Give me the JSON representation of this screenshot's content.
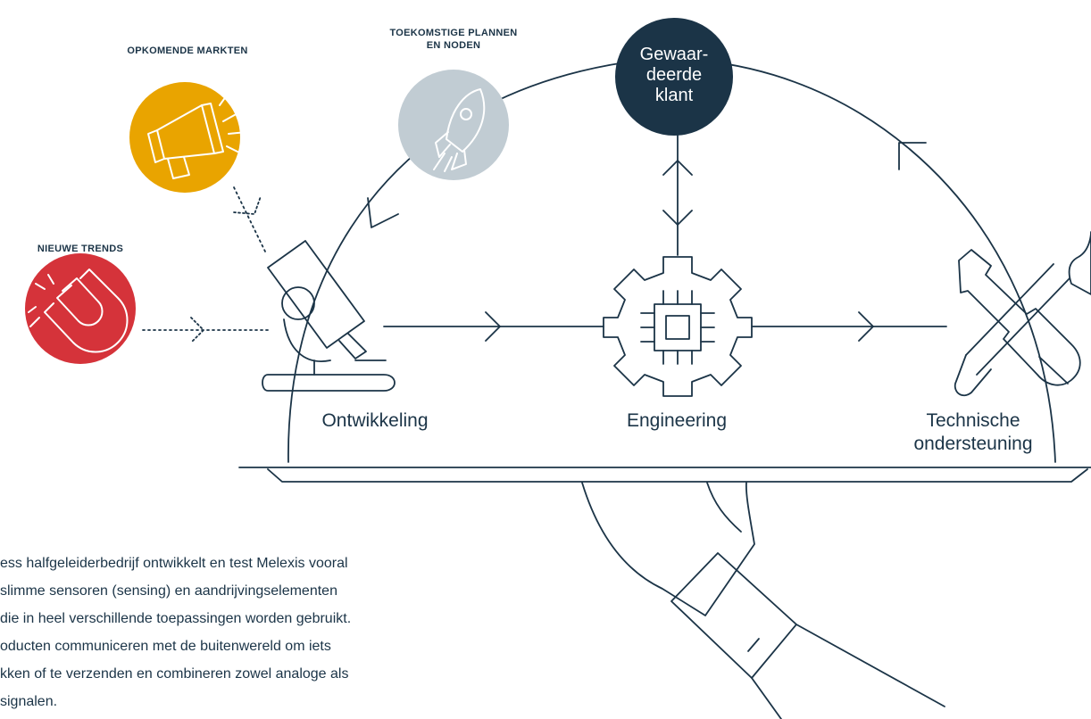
{
  "categories": {
    "markets": "OPKOMENDE MARKTEN",
    "future_line1": "TOEKOMSTIGE PLANNEN",
    "future_line2": "EN NODEN",
    "trends": "NIEUWE TRENDS"
  },
  "client": {
    "line1": "Gewaar-",
    "line2": "deerde",
    "line3": "klant"
  },
  "stages": {
    "development": "Ontwikkeling",
    "engineering": "Engineering",
    "support_line1": "Technische",
    "support_line2": "ondersteuning"
  },
  "body_lines": [
    "ess halfgeleiderbedrijf ontwikkelt en test Melexis vooral",
    "slimme sensoren (sensing) en aandrijvingselementen",
    " die in heel verschillende toepassingen worden gebruikt.",
    "oducten communiceren met de buitenwereld om iets",
    "kken of te verzenden en combineren zowel analoge als",
    "signalen."
  ],
  "colors": {
    "navy": "#1b3447",
    "amber": "#e9a400",
    "grey": "#c1ccd3",
    "red": "#d5333a"
  },
  "icons": {
    "markets": "megaphone-icon",
    "future": "rocket-icon",
    "trends": "magnet-icon",
    "development": "microscope-icon",
    "engineering": "gear-chip-icon",
    "support": "wrench-screwdriver-icon",
    "service": "hand-tray-icon"
  }
}
